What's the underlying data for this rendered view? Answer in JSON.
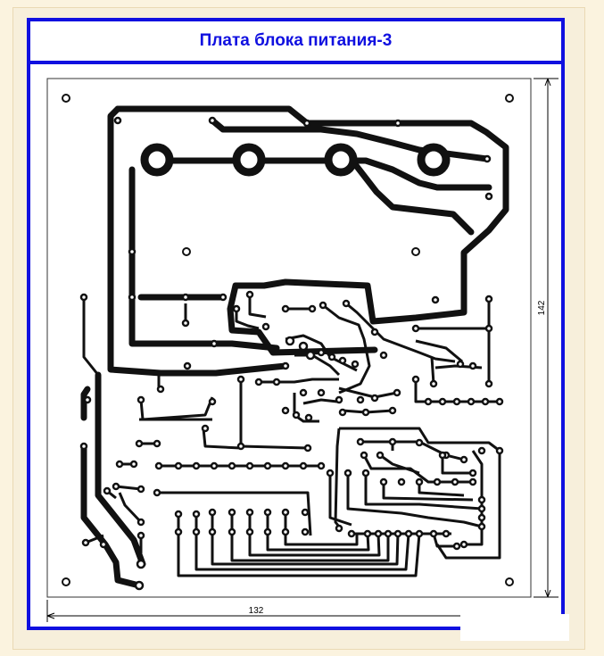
{
  "title": "Плата блока питания-3",
  "dimensions": {
    "width_label": "132",
    "height_label": "142"
  },
  "colors": {
    "frame_border": "#1010e0",
    "title_text": "#1010e0",
    "trace": "#111111",
    "page_bg": "#fbf3df"
  }
}
